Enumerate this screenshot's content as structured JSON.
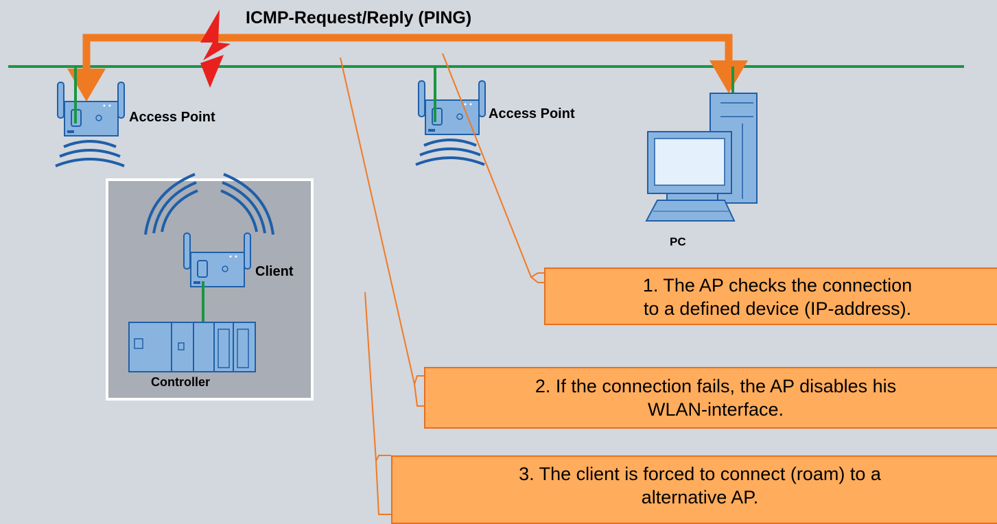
{
  "title": "ICMP-Request/Reply   (PING)",
  "nodes": {
    "ap1": "Access Point",
    "ap2": "Access Point",
    "pc": "PC",
    "client": "Client",
    "controller": "Controller"
  },
  "callouts": {
    "c1": [
      "1. The AP checks the connection",
      "to a defined device (IP-address)."
    ],
    "c2": [
      "2. If the connection fails, the AP disables his",
      "WLAN-interface."
    ],
    "c3": [
      "3. The client is forced to connect (roam) to a",
      "alternative AP."
    ]
  },
  "colors": {
    "background": "#d3d7de",
    "network_line": "#1a9641",
    "ping_arrow": "#f07a22",
    "lightning": "#e8211e",
    "device_fill": "#8ab4e0",
    "device_stroke": "#1f5fa8",
    "callout_fill": "#ffac5c",
    "callout_border": "#e86f1c"
  }
}
